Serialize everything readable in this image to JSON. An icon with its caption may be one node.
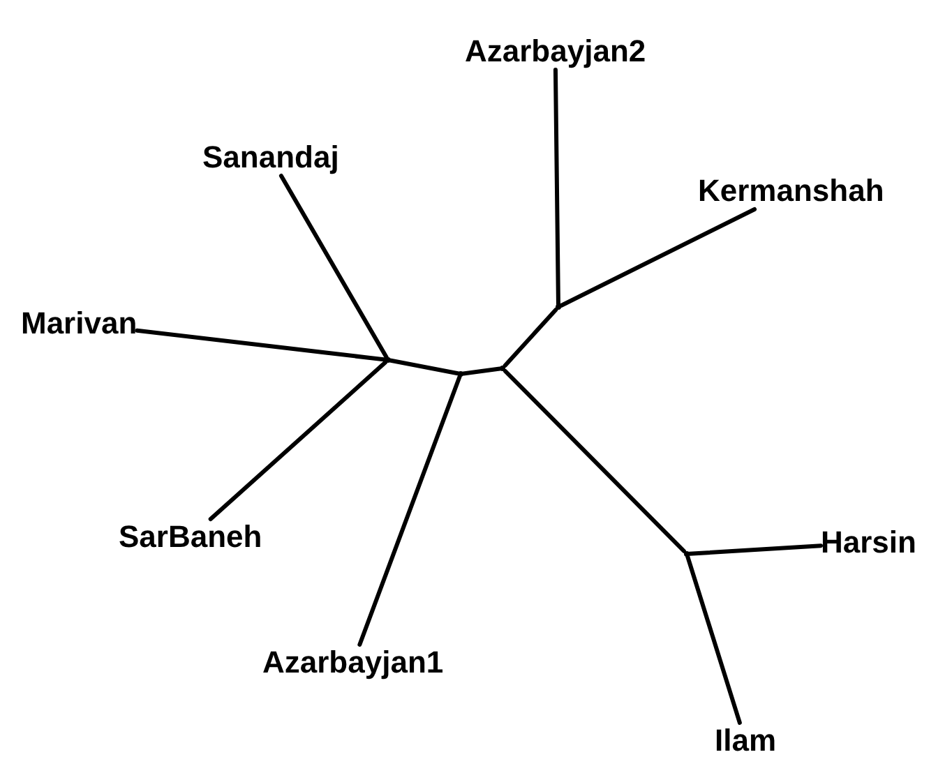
{
  "diagram": {
    "nodes": [
      {
        "text": [
          "Azarbayjan2"
        ]
      },
      {
        "text": [
          "Sanandaj"
        ]
      },
      {
        "text": [
          "Kermanshah"
        ]
      },
      {
        "text": [
          "Marivan"
        ]
      },
      {
        "text": [
          "SarBaneh"
        ]
      },
      {
        "text": [
          "Harsin"
        ]
      },
      {
        "text": [
          "Azarbayjan1"
        ]
      },
      {
        "text": [
          "Ilam"
        ]
      },
      {
        "text": [],
        "shape": "point"
      },
      {
        "text": [],
        "shape": "point"
      },
      {
        "text": [],
        "shape": "point"
      },
      {
        "text": [],
        "shape": "point"
      },
      {
        "text": [],
        "shape": "point"
      }
    ],
    "edges": [
      {
        "from": 8,
        "to": 1,
        "arrow": "none"
      },
      {
        "from": 8,
        "to": 3,
        "arrow": "none"
      },
      {
        "from": 8,
        "to": 4,
        "arrow": "none"
      },
      {
        "from": 8,
        "to": 9,
        "arrow": "none"
      },
      {
        "from": 9,
        "to": 6,
        "arrow": "none"
      },
      {
        "from": 9,
        "to": 10,
        "arrow": "none"
      },
      {
        "from": 10,
        "to": 11,
        "arrow": "none"
      },
      {
        "from": 11,
        "to": 0,
        "arrow": "none"
      },
      {
        "from": 11,
        "to": 2,
        "arrow": "none"
      },
      {
        "from": 10,
        "to": 12,
        "arrow": "none"
      },
      {
        "from": 12,
        "to": 5,
        "arrow": "none"
      },
      {
        "from": 12,
        "to": 7,
        "arrow": "none"
      }
    ]
  }
}
